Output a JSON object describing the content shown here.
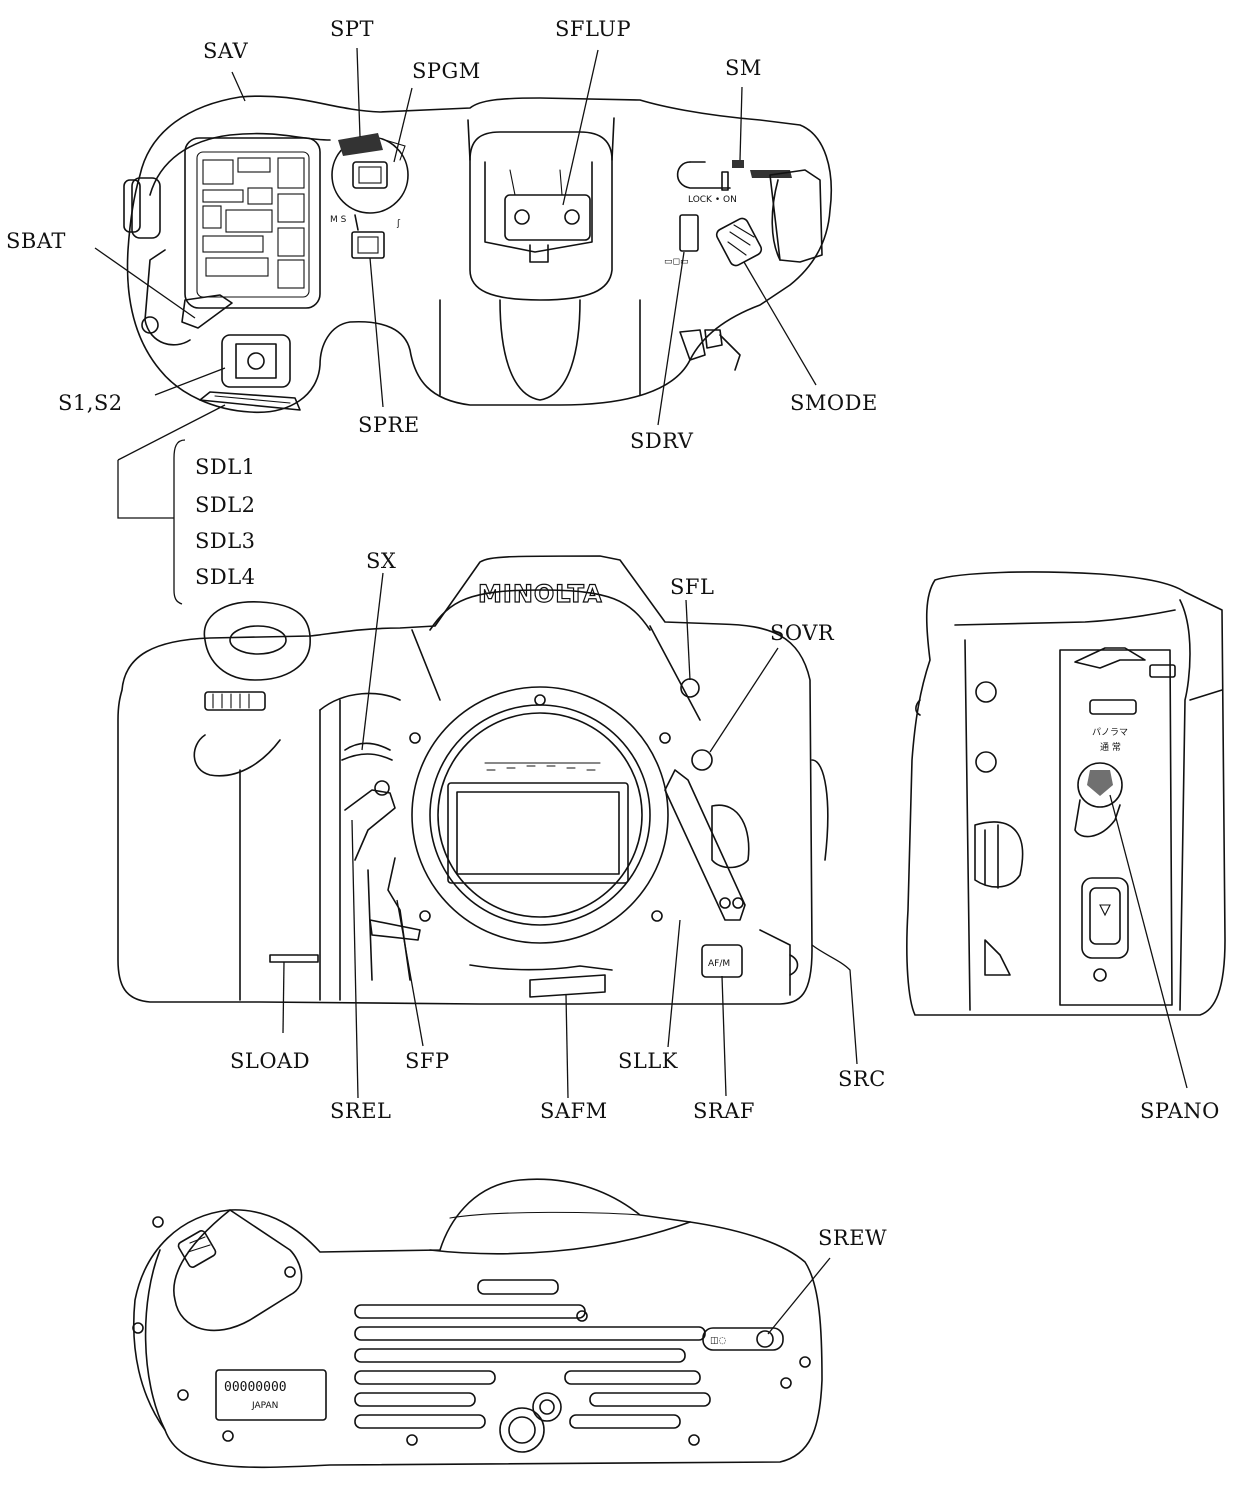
{
  "diagram": {
    "top_view_labels": [
      "SAV",
      "SPT",
      "SPGM",
      "SFLUP",
      "SM",
      "SBAT",
      "S1,S2",
      "SPRE",
      "SDRV",
      "SMODE"
    ],
    "bracket_labels": [
      "SDL1",
      "SDL2",
      "SDL3",
      "SDL4"
    ],
    "front_view_labels": [
      "SX",
      "SFL",
      "SOVR",
      "SLOAD",
      "SFP",
      "SLLK",
      "SRC",
      "SREL",
      "SAFM",
      "SRAF"
    ],
    "side_view_labels": [
      "SPANO"
    ],
    "bottom_view_labels": [
      "SREW"
    ],
    "markings": {
      "brand": "MINOLTA",
      "lock_switch": "LOCK • ON",
      "pano_label": "パノラマ",
      "pano_sub": "通 常",
      "serial_plate": "00000000",
      "country": "JAPAN",
      "af_button": "AF/M"
    }
  }
}
